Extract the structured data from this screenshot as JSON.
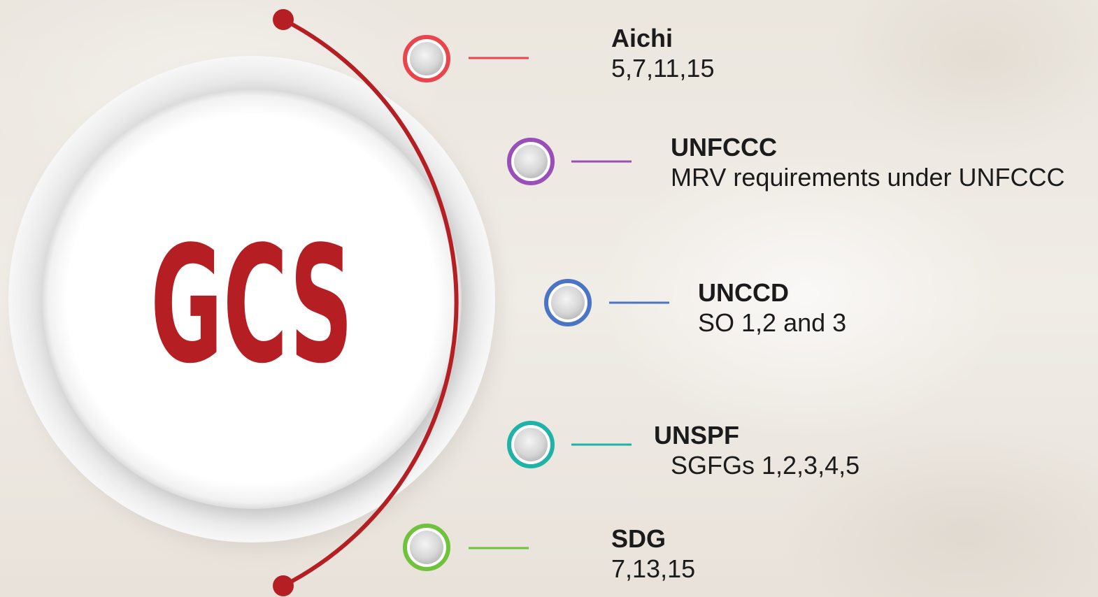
{
  "hub": {
    "label": "GCS",
    "color": "#b51f24"
  },
  "arc_color": "#b51f24",
  "items": [
    {
      "title": "Aichi",
      "desc": "5,7,11,15",
      "color": "#e8464c"
    },
    {
      "title": "UNFCCC",
      "desc": "MRV requirements under UNFCCC",
      "color": "#9a4fb8"
    },
    {
      "title": "UNCCD",
      "desc": "SO 1,2 and 3",
      "color": "#4a74c4"
    },
    {
      "title": "UNSPF",
      "desc": "SGFGs 1,2,3,4,5",
      "color": "#1fb2a6"
    },
    {
      "title": "SDG",
      "desc": "7,13,15",
      "color": "#6ec23c"
    }
  ]
}
